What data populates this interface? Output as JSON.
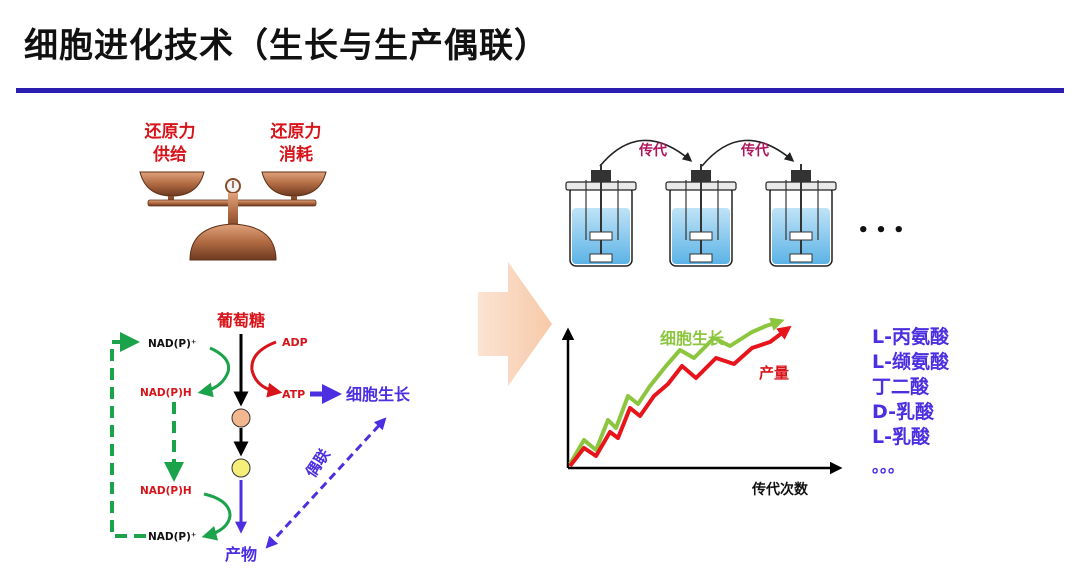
{
  "title": "细胞进化技术（生长与生产偶联）",
  "balance": {
    "left_label_1": "还原力",
    "left_label_2": "供给",
    "right_label_1": "还原力",
    "right_label_2": "消耗"
  },
  "pathway": {
    "glucose": "葡萄糖",
    "adp": "ADP",
    "atp": "ATP",
    "cell_growth": "细胞生长",
    "nadp_plus_top": "NAD(P)⁺",
    "nadph_upper": "NAD(P)H",
    "nadph_lower": "NAD(P)H",
    "nadp_plus_bottom": "NAD(P)⁺",
    "product": "产物",
    "coupling": "偶联"
  },
  "passage": {
    "label_1": "传代",
    "label_2": "传代",
    "ellipsis": "• • •"
  },
  "graph": {
    "cell_growth_label": "细胞生长",
    "yield_label": "产量",
    "x_axis_label": "传代次数",
    "growth_color": "#8cc63f",
    "yield_color": "#e8141b"
  },
  "products": {
    "items": [
      "L-丙氨酸",
      "L-缬氨酸",
      "丁二酸",
      "D-乳酸",
      "L-乳酸"
    ],
    "ellipsis": "。。。"
  },
  "colors": {
    "red": "#d8141b",
    "green": "#1aa34a",
    "purple": "#4b2fe0",
    "rule": "#2a1fb0",
    "bronze": "#a0613a"
  }
}
